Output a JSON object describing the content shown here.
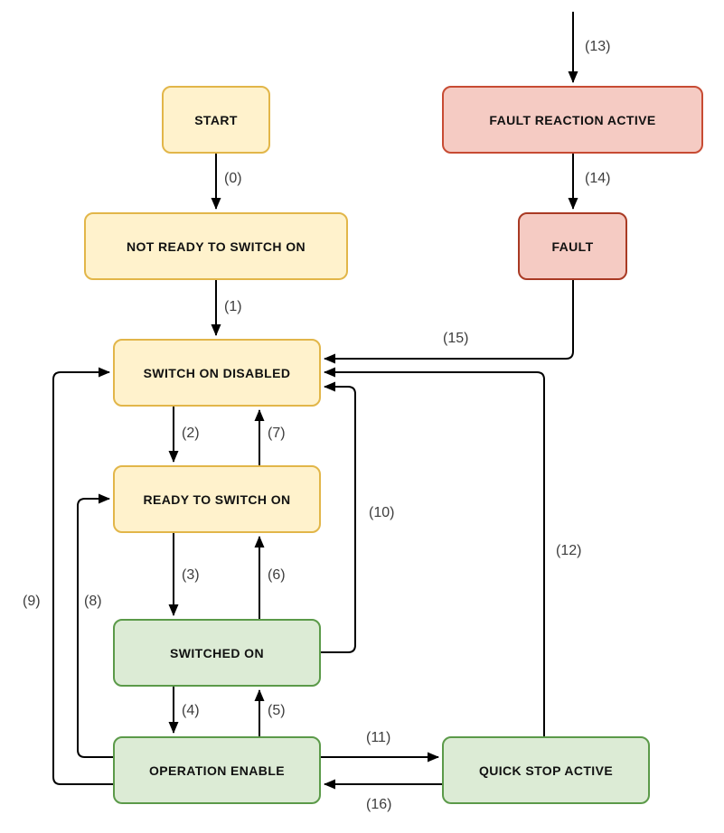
{
  "diagram": {
    "type": "state-machine",
    "states": [
      {
        "id": "start",
        "label": "START",
        "category": "yellow"
      },
      {
        "id": "not-ready-to-switch-on",
        "label": "NOT READY TO SWITCH ON",
        "category": "yellow"
      },
      {
        "id": "switch-on-disabled",
        "label": "SWITCH ON DISABLED",
        "category": "yellow"
      },
      {
        "id": "ready-to-switch-on",
        "label": "READY TO SWITCH ON",
        "category": "yellow"
      },
      {
        "id": "switched-on",
        "label": "SWITCHED ON",
        "category": "green"
      },
      {
        "id": "operation-enable",
        "label": "OPERATION ENABLE",
        "category": "green"
      },
      {
        "id": "quick-stop-active",
        "label": "QUICK STOP ACTIVE",
        "category": "green"
      },
      {
        "id": "fault-reaction-active",
        "label": "FAULT REACTION ACTIVE",
        "category": "red"
      },
      {
        "id": "fault",
        "label": "FAULT",
        "category": "red"
      }
    ],
    "transitions": [
      {
        "label": "(0)",
        "from": "start",
        "to": "not-ready-to-switch-on"
      },
      {
        "label": "(1)",
        "from": "not-ready-to-switch-on",
        "to": "switch-on-disabled"
      },
      {
        "label": "(2)",
        "from": "switch-on-disabled",
        "to": "ready-to-switch-on"
      },
      {
        "label": "(3)",
        "from": "ready-to-switch-on",
        "to": "switched-on"
      },
      {
        "label": "(4)",
        "from": "switched-on",
        "to": "operation-enable"
      },
      {
        "label": "(5)",
        "from": "operation-enable",
        "to": "switched-on"
      },
      {
        "label": "(6)",
        "from": "switched-on",
        "to": "ready-to-switch-on"
      },
      {
        "label": "(7)",
        "from": "ready-to-switch-on",
        "to": "switch-on-disabled"
      },
      {
        "label": "(8)",
        "from": "operation-enable",
        "to": "ready-to-switch-on"
      },
      {
        "label": "(9)",
        "from": "operation-enable",
        "to": "switch-on-disabled"
      },
      {
        "label": "(10)",
        "from": "switched-on",
        "to": "switch-on-disabled"
      },
      {
        "label": "(11)",
        "from": "operation-enable",
        "to": "quick-stop-active"
      },
      {
        "label": "(12)",
        "from": "quick-stop-active",
        "to": "switch-on-disabled"
      },
      {
        "label": "(13)",
        "from": "external",
        "to": "fault-reaction-active"
      },
      {
        "label": "(14)",
        "from": "fault-reaction-active",
        "to": "fault"
      },
      {
        "label": "(15)",
        "from": "fault",
        "to": "switch-on-disabled"
      },
      {
        "label": "(16)",
        "from": "quick-stop-active",
        "to": "operation-enable"
      }
    ],
    "colors": {
      "yellow_fill": "#FFF2CC",
      "yellow_border": "#E2B649",
      "green_fill": "#DCEBD5",
      "green_border": "#5B9A49",
      "red_fill": "#F5CBC3",
      "red_border": "#C74B33",
      "fault_border": "#A93A24",
      "line": "#000000"
    }
  }
}
